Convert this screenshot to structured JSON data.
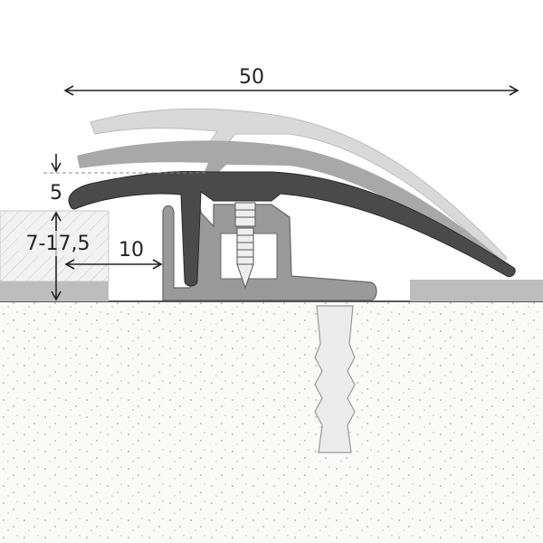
{
  "dimensions": {
    "width_label": "50",
    "height_offset_label": "5",
    "floor_height_label": "7-17,5",
    "gap_label": "10"
  },
  "colors": {
    "profile_dark": "#4a4a4a",
    "profile_ghost_light": "#d4d4d4",
    "profile_ghost_mid": "#a8a8a8",
    "base_rail": "#9a9a9a",
    "floor_strip": "#bdbdbd",
    "screed": "#f4f4f2",
    "line": "#222222"
  }
}
